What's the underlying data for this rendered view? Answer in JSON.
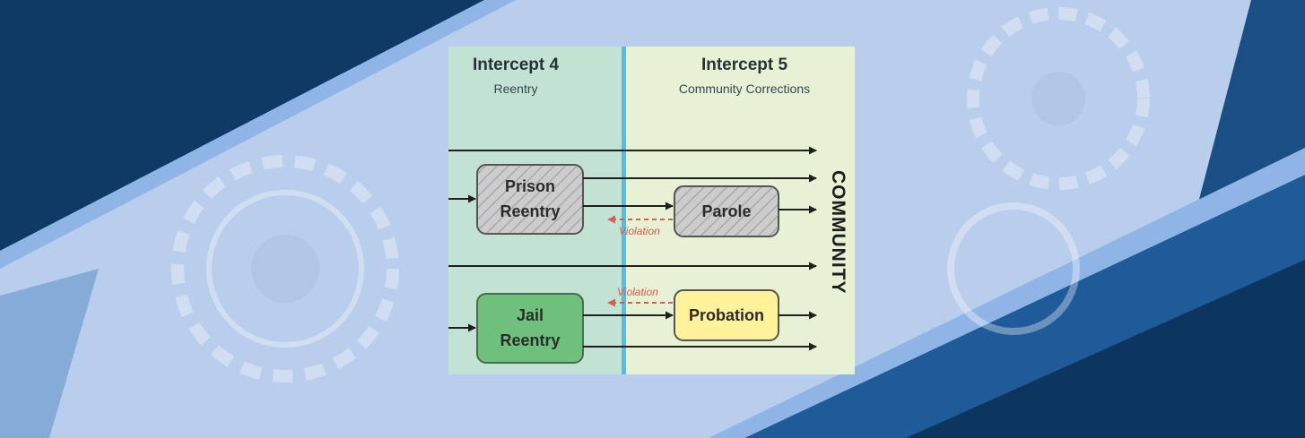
{
  "colors": {
    "navy": "#0f3a66",
    "blue_panel": "#3f74b0",
    "light_panel": "#b8cdec",
    "intercept4_bg": "#c2e2d4",
    "intercept5_bg": "#e7f1d3",
    "divider": "#53bde8",
    "prison_box": "#c9c9c9",
    "jail_box": "#6fc07d",
    "probation_box": "#fff29a",
    "violation": "#e05a4f"
  },
  "diagram": {
    "intercept4": {
      "title": "Intercept 4",
      "subtitle": "Reentry"
    },
    "intercept5": {
      "title": "Intercept 5",
      "subtitle": "Community Corrections"
    },
    "nodes": {
      "prison_reentry": [
        "Prison",
        "Reentry"
      ],
      "parole": "Parole",
      "jail_reentry": [
        "Jail",
        "Reentry"
      ],
      "probation": "Probation"
    },
    "violation_upper": "Violation",
    "violation_lower": "Violation",
    "community": "COMMUNITY"
  }
}
